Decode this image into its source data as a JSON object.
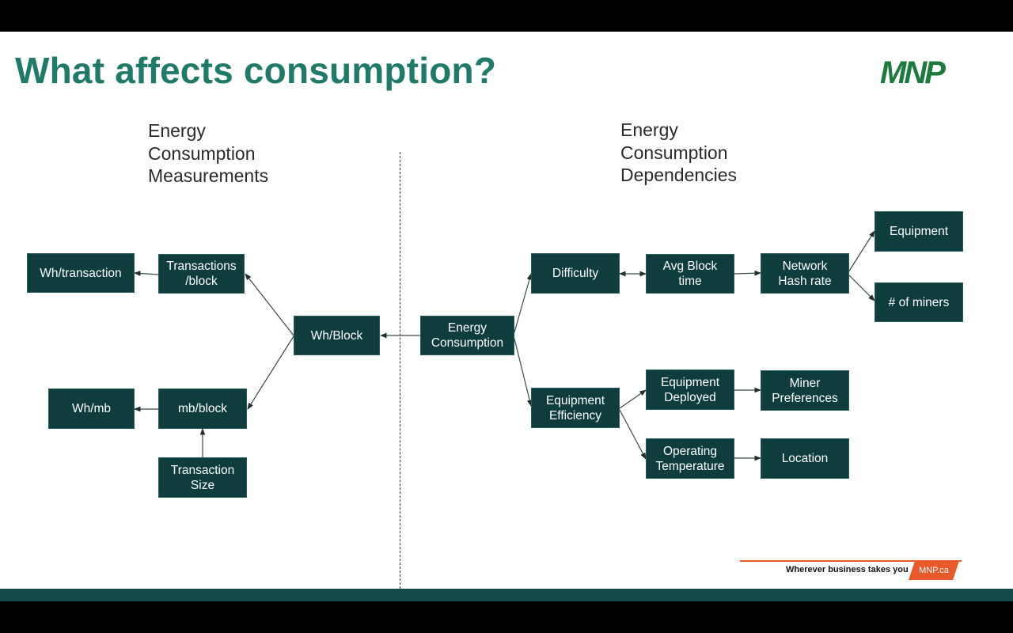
{
  "title": "What affects consumption?",
  "logo": "MNP",
  "left_heading": [
    "Energy",
    "Consumption",
    "Measurements"
  ],
  "right_heading": [
    "Energy",
    "Consumption",
    "Dependencies"
  ],
  "nodes": {
    "wh_transaction": "Wh/transaction",
    "transactions_block": [
      "Transactions",
      "/block"
    ],
    "wh_block": "Wh/Block",
    "wh_mb": "Wh/mb",
    "mb_block": "mb/block",
    "transaction_size": [
      "Transaction",
      "Size"
    ],
    "energy_consumption": [
      "Energy",
      "Consumption"
    ],
    "difficulty": "Difficulty",
    "avg_block_time": [
      "Avg Block",
      "time"
    ],
    "network_hash_rate": [
      "Network",
      "Hash rate"
    ],
    "equipment": "Equipment",
    "num_miners": "# of miners",
    "equipment_efficiency": [
      "Equipment",
      "Efficiency"
    ],
    "equipment_deployed": [
      "Equipment",
      "Deployed"
    ],
    "miner_preferences": [
      "Miner",
      "Preferences"
    ],
    "operating_temperature": [
      "Operating",
      "Temperature"
    ],
    "location": "Location"
  },
  "footer": {
    "tagline": "Wherever business takes you",
    "url": "MNP.ca"
  },
  "colors": {
    "node_fill": "#0f3d3d",
    "title": "#1f7a68",
    "logo": "#1c7a3c",
    "accent": "#e85a2a",
    "band": "#134a4a"
  }
}
